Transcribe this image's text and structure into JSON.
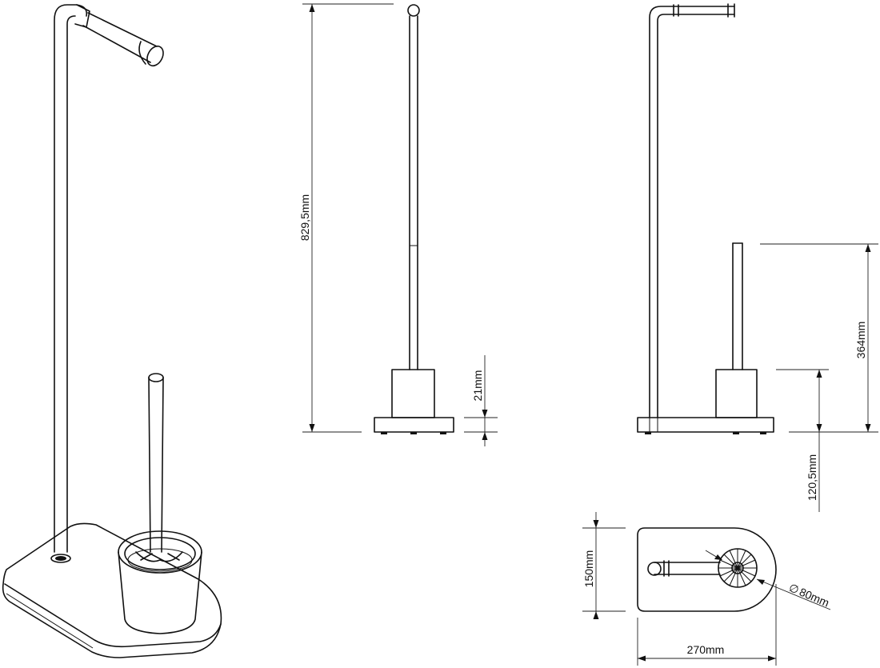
{
  "dimensions": {
    "total_height": "829,5mm",
    "base_thickness": "21mm",
    "brush_height": "364mm",
    "cup_height": "120,5mm",
    "base_depth": "150mm",
    "base_width": "270mm",
    "cup_diameter": "80mm"
  },
  "symbols": {
    "diameter": "∅"
  }
}
